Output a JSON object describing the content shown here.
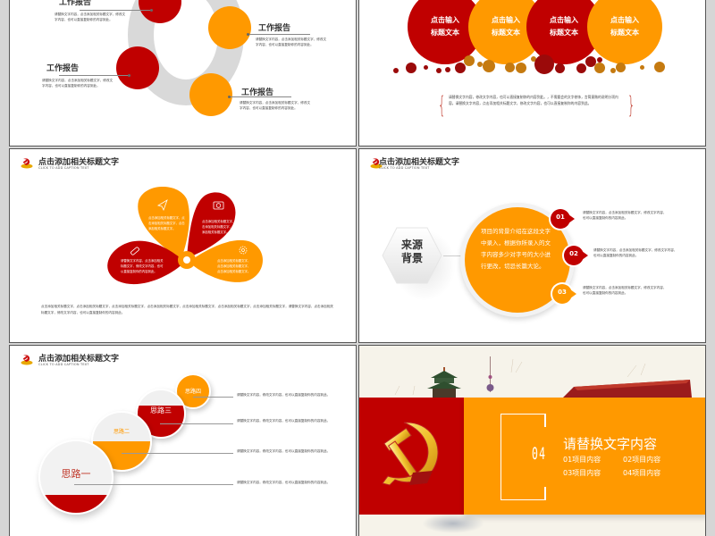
{
  "colors": {
    "red": "#c00000",
    "orange": "#ff9900",
    "grey_ring": "#d9d9d9",
    "bg": "#d6d6d6"
  },
  "header": {
    "title": "点击添加相关标题文字",
    "subtitle": "CLICK TO ADD CAPTION TEXT",
    "logo_icon": "party-emblem-icon"
  },
  "slide1": {
    "items": [
      {
        "title": "工作报告",
        "text": "请替换文字内容，点击添加相关标题文字，修改文字内容，也可以直接复制你的内容到此。"
      },
      {
        "title": "工作报告",
        "text": "请替换文字内容，点击添加相关标题文字，修改文字内容，也可以直接复制你的内容到此。"
      },
      {
        "title": "工作报告",
        "text": "请替换文字内容，点击添加相关标题文字，修改文字内容，也可以直接复制你的内容到此。"
      },
      {
        "title": "工作报告",
        "text": "请替换文字内容，点击添加相关标题文字，修改文字内容，也可以直接复制你的内容到此。"
      }
    ]
  },
  "slide2": {
    "circles": [
      {
        "line1": "点击输入",
        "line2": "标题文本",
        "color": "red"
      },
      {
        "line1": "点击输入",
        "line2": "标题文本",
        "color": "orange"
      },
      {
        "line1": "点击输入",
        "line2": "标题文本",
        "color": "red"
      },
      {
        "line1": "点击输入",
        "line2": "标题文本",
        "color": "orange"
      }
    ],
    "quote": "请替换文字内容，修改文字内容，也可以直接复制你的内容到此。，不需要会的文字修饰，言简意赅的说明分项内容。请替换文字内容，点击添加相关标题文字，修改文字内容，也可以直接复制你的内容到此。"
  },
  "slide3": {
    "petals": [
      {
        "icon": "paper-plane-icon",
        "text": "点击添加相关标题文字，点击添加相关标题文字，点击添加相关标题文字。"
      },
      {
        "icon": "camera-icon",
        "text": "点击添加相关标题文字，点击添加相关标题文字，点击添加相关标题文字。"
      },
      {
        "icon": "pencil-icon",
        "text": "请替换文字内容，点击添加相关标题文字，修改文字内容，也可以直接复制你的内容到此。"
      },
      {
        "icon": "gear-icon",
        "text": "点击添加相关标题文字，点击添加相关标题文字，点击添加相关标题文字。"
      }
    ],
    "body": "点击添加相关标题文字，点击添加相关标题文字，点击添加相关标题文字，点击添加相关标题文字，点击添加相关标题文字，点击添加相关标题文字，点击添加相关标题文字，请替换文字内容，点击添加相关标题文字，修改文字内容，也可以直接复制你的内容到此。"
  },
  "slide4": {
    "hex_line1": "来源",
    "hex_line2": "背景",
    "center_text": "项目的背景介绍在这段文字中录入，根据你所录入的文字内容多少对字号的大小进行更改，切忌长篇大论。",
    "points": [
      {
        "num": "01",
        "color": "red",
        "text": "请替换文字内容，点击添加相关标题文字，修改文字内容，也可以直接复制你的内容到此。"
      },
      {
        "num": "02",
        "color": "red",
        "text": "请替换文字内容，点击添加相关标题文字，修改文字内容，也可以直接复制你的内容到此。"
      },
      {
        "num": "03",
        "color": "orange",
        "text": "请替换文字内容，点击添加相关标题文字，修改文字内容，也可以直接复制你的内容到此。"
      }
    ]
  },
  "slide5": {
    "steps": [
      {
        "label": "思路一",
        "text": "请替换文字内容，修改文字内容，也可以直接复制你的内容到此。"
      },
      {
        "label": "思路二",
        "text": "请替换文字内容，修改文字内容，也可以直接复制你的内容到此。"
      },
      {
        "label": "思路三",
        "text": "请替换文字内容，修改文字内容，也可以直接复制你的内容到此。"
      },
      {
        "label": "思路四",
        "text": "请替换文字内容，修改文字内容，也可以直接复制你的内容到此。"
      }
    ]
  },
  "slide6": {
    "number": "04",
    "title": "请替换文字内容",
    "items": [
      "01项目内容",
      "02项目内容",
      "03项目内容",
      "04项目内容"
    ],
    "emblem_icon": "hammer-sickle-icon"
  }
}
